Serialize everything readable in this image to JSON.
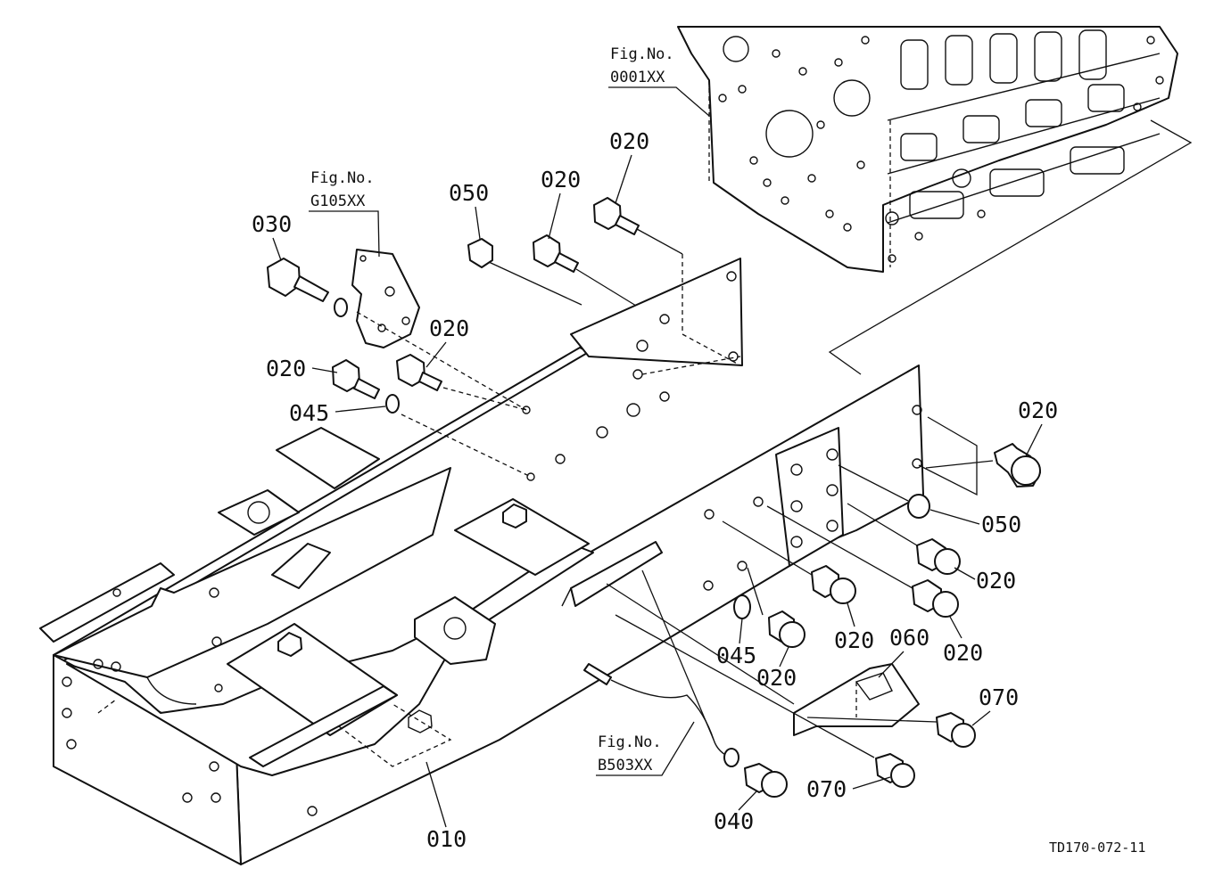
{
  "drawing_code": "TD170-072-11",
  "refs": {
    "engine": {
      "line1": "Fig.No.",
      "line2": "0001XX"
    },
    "bracket": {
      "line1": "Fig.No.",
      "line2": "G105XX"
    },
    "harness": {
      "line1": "Fig.No.",
      "line2": "B503XX"
    }
  },
  "parts": {
    "p020_a": "020",
    "p020_b": "020",
    "p020_c": "020",
    "p020_d": "020",
    "p020_e": "020",
    "p020_f": "020",
    "p020_g": "020",
    "p020_h": "020",
    "p020_i": "020",
    "p030": "030",
    "p050_a": "050",
    "p050_b": "050",
    "p045_a": "045",
    "p045_b": "045",
    "p010": "010",
    "p060": "060",
    "p070_a": "070",
    "p070_b": "070",
    "p040": "040"
  }
}
